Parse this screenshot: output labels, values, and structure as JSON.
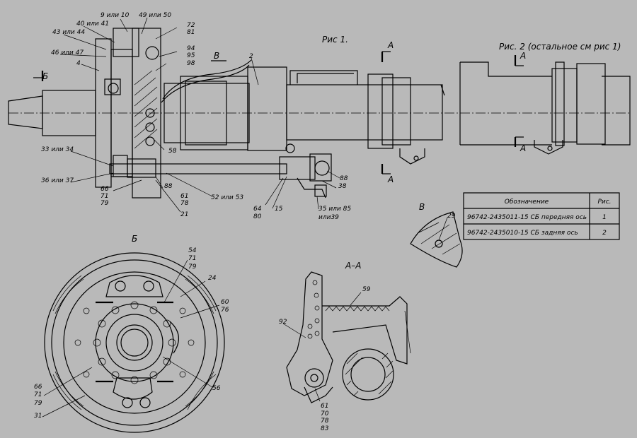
{
  "titles": {
    "fig1": "Рис 1.",
    "fig2": "Рис. 2 (остальное см рис 1)",
    "view_b": "Б",
    "view_v": "В",
    "section_aa": "А–А"
  },
  "section_marks": {
    "a": "А",
    "b": "Б",
    "v": "В"
  },
  "callouts_fig1": [
    "9 или 10",
    "40 или 41",
    "43 или 44",
    "46 или 47",
    "4",
    "49 или 50",
    "72",
    "81",
    "94",
    "95",
    "98",
    "2",
    "58",
    "33 или 34",
    "36 или 37",
    "66",
    "71",
    "79",
    "88",
    "61",
    "78",
    "21",
    "52 или 53",
    "64",
    "80",
    "15",
    "35 или 85",
    "или39",
    "38"
  ],
  "callouts_view_b": [
    "54",
    "71",
    "79",
    "24",
    "60",
    "76",
    "66",
    "71",
    "79",
    "31",
    "56"
  ],
  "callouts_view_v": [
    "29"
  ],
  "callouts_section": [
    "59",
    "92",
    "61",
    "70",
    "78",
    "83"
  ],
  "table": {
    "headers": [
      "Обозначение",
      "Рис."
    ],
    "rows": [
      [
        "96742-2435011-15 СБ передняя ось",
        "1"
      ],
      [
        "96742-2435010-15 СБ задняя ось",
        "2"
      ]
    ]
  }
}
